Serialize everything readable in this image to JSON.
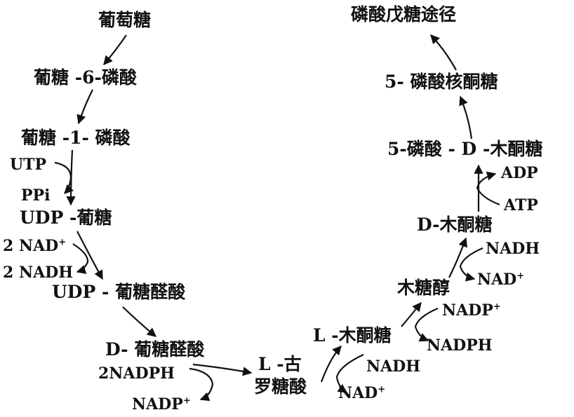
{
  "colors": {
    "ink": "#111111",
    "background": "#ffffff"
  },
  "nodes": {
    "glucose": "葡萄糖",
    "g6p": "葡糖 -6-磷酸",
    "g1p": "葡糖 -1- 磷酸",
    "udp_glucose": "UDP -葡糖",
    "udp_glucuronate": "UDP - 葡糖醛酸",
    "d_glucuronate": "D- 葡糖醛酸",
    "l_gulonate_1": "L -古",
    "l_gulonate_2": "罗糖酸",
    "l_xylulose": "L -木酮糖",
    "xylitol": "木糖醇",
    "d_xylulose": "D-木酮糖",
    "xylulose_5p": "5-磷酸 - D -木酮糖",
    "ribulose_5p": "5- 磷酸核酮糖",
    "pentose_pathway": "磷酸戊糖途径"
  },
  "cofactors": {
    "utp": "UTP",
    "ppi": "PPi",
    "nad_in": "2 NAD",
    "nad_in_sup": "+",
    "nadh_out": "2 NADH",
    "nadph_in": "2NADPH",
    "nadp_out": "NADP",
    "nadp_out_sup": "+",
    "nadh_in_1": "NADH",
    "nad_out_1": "NAD",
    "nad_out_1_sup": "+",
    "nadp_in": "NADP",
    "nadp_in_sup": "+",
    "nadph_out": "NADPH",
    "nadh_in_2": "NADH",
    "nad_out_2": "NAD",
    "nad_out_2_sup": "+",
    "adp": "ADP",
    "atp": "ATP"
  }
}
